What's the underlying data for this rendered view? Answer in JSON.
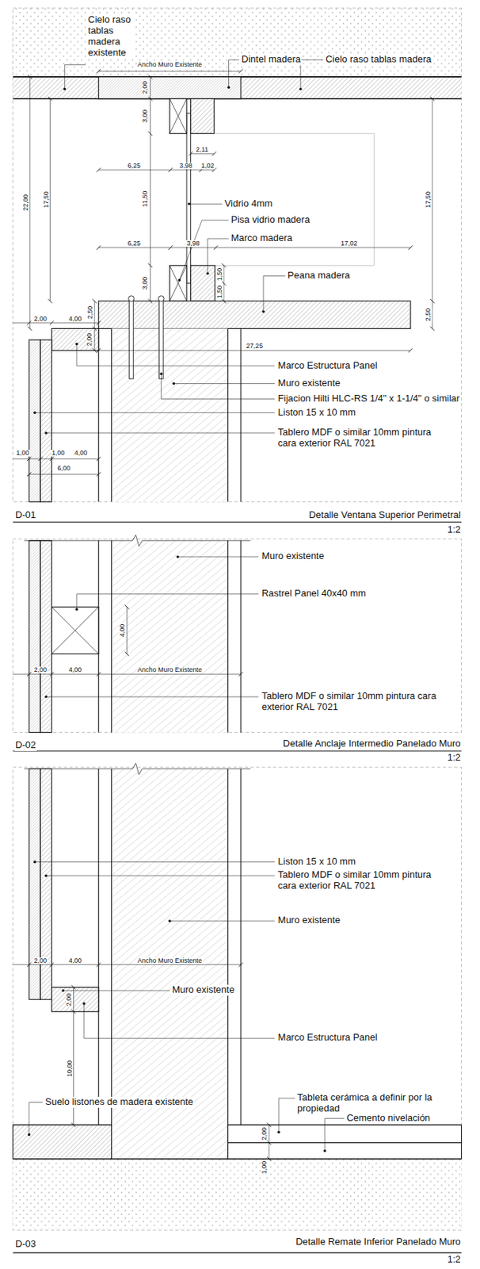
{
  "diagram": {
    "labels": [
      "Cielo raso tablas madera existente",
      "Ancho Muro Existente",
      "Dintel madera",
      "Cielo raso tablas madera",
      "2,00",
      "3,00",
      "2,11",
      "6,25",
      "3,98",
      "1,02",
      "11,50",
      "22,00",
      "17,50",
      "Vidrio 4mm",
      "Pisa vidrio madera",
      "6,25",
      "3,98",
      "Marco madera",
      "17,02",
      "17,50",
      "3,00",
      "1,50",
      "1,50",
      "Peana madera",
      "2,00",
      "4,00",
      "2,50",
      "2,50",
      "2,00",
      "27,25",
      "Marco Estructura Panel",
      "Muro existente",
      "Fijacion Hilti HLC-RS 1/4\" x 1-1/4\" o similar",
      "Liston 15 x 10 mm",
      "Tablero MDF o similar 10mm pintura cara exterior RAL 7021",
      "1,00",
      "1,00",
      "4,00",
      "6,00",
      "D-01",
      "Detalle Ventana Superior Perimetral",
      "1:2",
      "Muro existente",
      "Rastrel Panel 40x40 mm",
      "4,00",
      "2,00",
      "4,00",
      "Ancho Muro Existente",
      "Tablero MDF o similar 10mm pintura cara exterior RAL 7021",
      "D-02",
      "Detalle Anclaje Intermedio Panelado Muro",
      "1:2",
      "Liston 15 x 10 mm",
      "Tablero MDF o similar 10mm pintura cara exterior RAL 7021",
      "Muro existente",
      "2,00",
      "4,00",
      "Ancho Muro Existente",
      "Muro existente",
      "2,00",
      "Marco Estructura Panel",
      "10,00",
      "Suelo listones de madera existente",
      "Tableta cerámica a definir por la propiedad",
      "Cemento nivelación",
      "2,00",
      "1,00",
      "D-03",
      "Detalle Remate Inferior Panelado Muro",
      "1:2"
    ]
  }
}
